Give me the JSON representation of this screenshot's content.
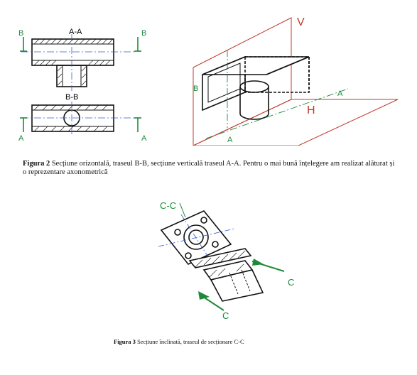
{
  "figure2": {
    "labels": {
      "section_aa": "A-A",
      "section_bb": "B-B",
      "cut_b": "B",
      "cut_a": "A",
      "plane_h": "H",
      "plane_v": "V"
    },
    "caption_label": "Figura 2",
    "caption_text": "Secțiune orizontală, traseul B-B, secțiune verticală traseul A-A. Pentru o mai bună înțelegere am realizat alăturat și o reprezentare axonometrică"
  },
  "figure3": {
    "labels": {
      "section_cc": "C-C",
      "cut_c": "C"
    },
    "caption_label": "Figura 3",
    "caption_text": "Secțiune înclinată, traseul de secționare C-C"
  },
  "colors": {
    "ink": "#111111",
    "axis": "#3a5bd0",
    "cutline": "#1c8a3a",
    "plane": "#c0392b"
  }
}
